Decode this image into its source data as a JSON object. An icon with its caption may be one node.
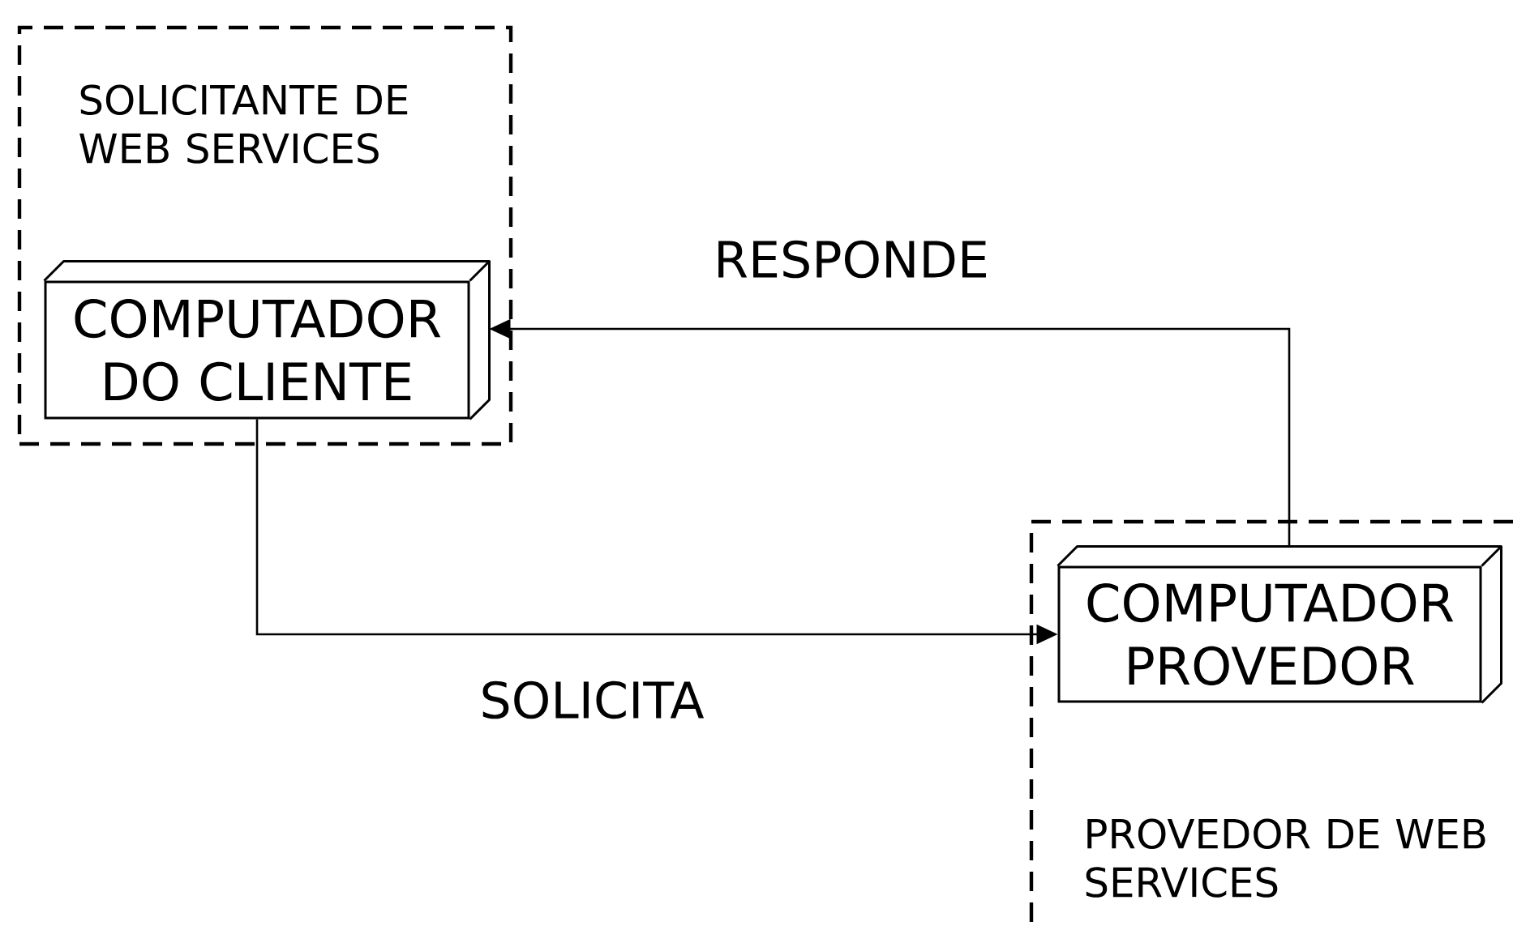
{
  "diagram": {
    "nodes": [
      {
        "text": [
          "SOLICITANTE DE WEB SERVICES"
        ]
      },
      {
        "text": [
          "COMPUTADOR DO CLIENTE"
        ],
        "in": 0
      },
      {
        "text": [
          "PROVEDOR DE WEB SERVICES"
        ]
      },
      {
        "text": [
          "COMPUTADOR PROVEDOR"
        ],
        "in": 2
      }
    ],
    "edges": [
      {
        "from": 1,
        "to": 3,
        "arrow": "to",
        "label": "SOLICITA"
      },
      {
        "from": 3,
        "to": 1,
        "arrow": "to",
        "label": "RESPONDE"
      }
    ]
  }
}
